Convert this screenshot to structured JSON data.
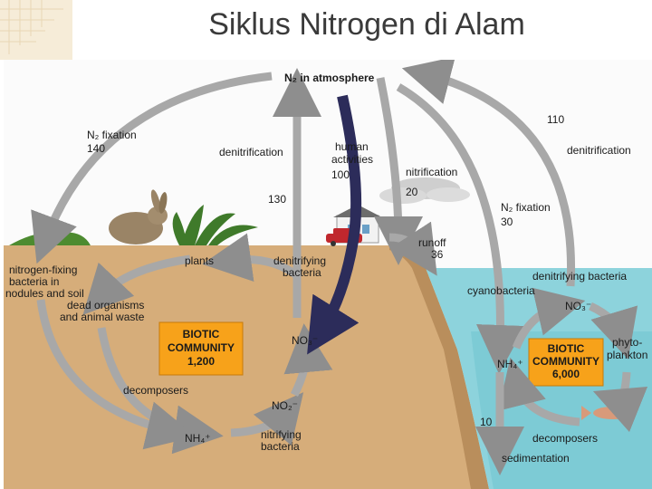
{
  "title": "Siklus Nitrogen di Alam",
  "colors": {
    "sky": "#fbfbfb",
    "soil": "#d6ad7a",
    "soil_dark": "#b98e5c",
    "water": "#8dd3dc",
    "water_deep": "#62bcc8",
    "arrow": "#a8a8a8",
    "arrow_dark": "#2c2c5a",
    "box": "#f7a21a",
    "cloud": "#cfcfcf"
  },
  "diagram": {
    "atmosphere": "N₂ in atmosphere",
    "n2_fixation_land": "N₂ fixation",
    "n2_fixation_land_value": "140",
    "denitrification_land": "denitrification",
    "denitrification_land_value": "130",
    "human_activities": [
      "human",
      "activities"
    ],
    "human_activities_value": "100",
    "nitrification": "nitrification",
    "nitrification_value": "20",
    "denitrification_ocean_value": "110",
    "denitrification_ocean": "denitrification",
    "n2_fixation_ocean": "N₂ fixation",
    "n2_fixation_ocean_value": "30",
    "runoff": "runoff",
    "runoff_value": "36",
    "nitrogen_fixing": [
      "nitrogen-fixing",
      "bacteria in",
      "nodules and soil"
    ],
    "plants": "plants",
    "denitrifying_bacteria_land": [
      "denitrifying",
      "bacteria"
    ],
    "dead_organisms": [
      "dead organisms",
      "and animal waste"
    ],
    "biotic_land": [
      "BIOTIC",
      "COMMUNITY",
      "1,200"
    ],
    "no3_land": "NO₃⁻",
    "decomposers_land": "decomposers",
    "no2": "NO₂⁻",
    "nh4_land": "NH₄⁺",
    "nitrifying_bacteria": [
      "nitrifying",
      "bacteria"
    ],
    "denitrifying_bacteria_ocean": "denitrifying bacteria",
    "cyanobacteria": "cyanobacteria",
    "no3_ocean": "NO₃⁻",
    "phytoplankton": [
      "phyto-",
      "plankton"
    ],
    "biotic_ocean": [
      "BIOTIC",
      "COMMUNITY",
      "6,000"
    ],
    "nh4_ocean": "NH₄⁺",
    "sediment_value": "10",
    "decomposers_ocean": "decomposers",
    "sedimentation": "sedimentation"
  }
}
